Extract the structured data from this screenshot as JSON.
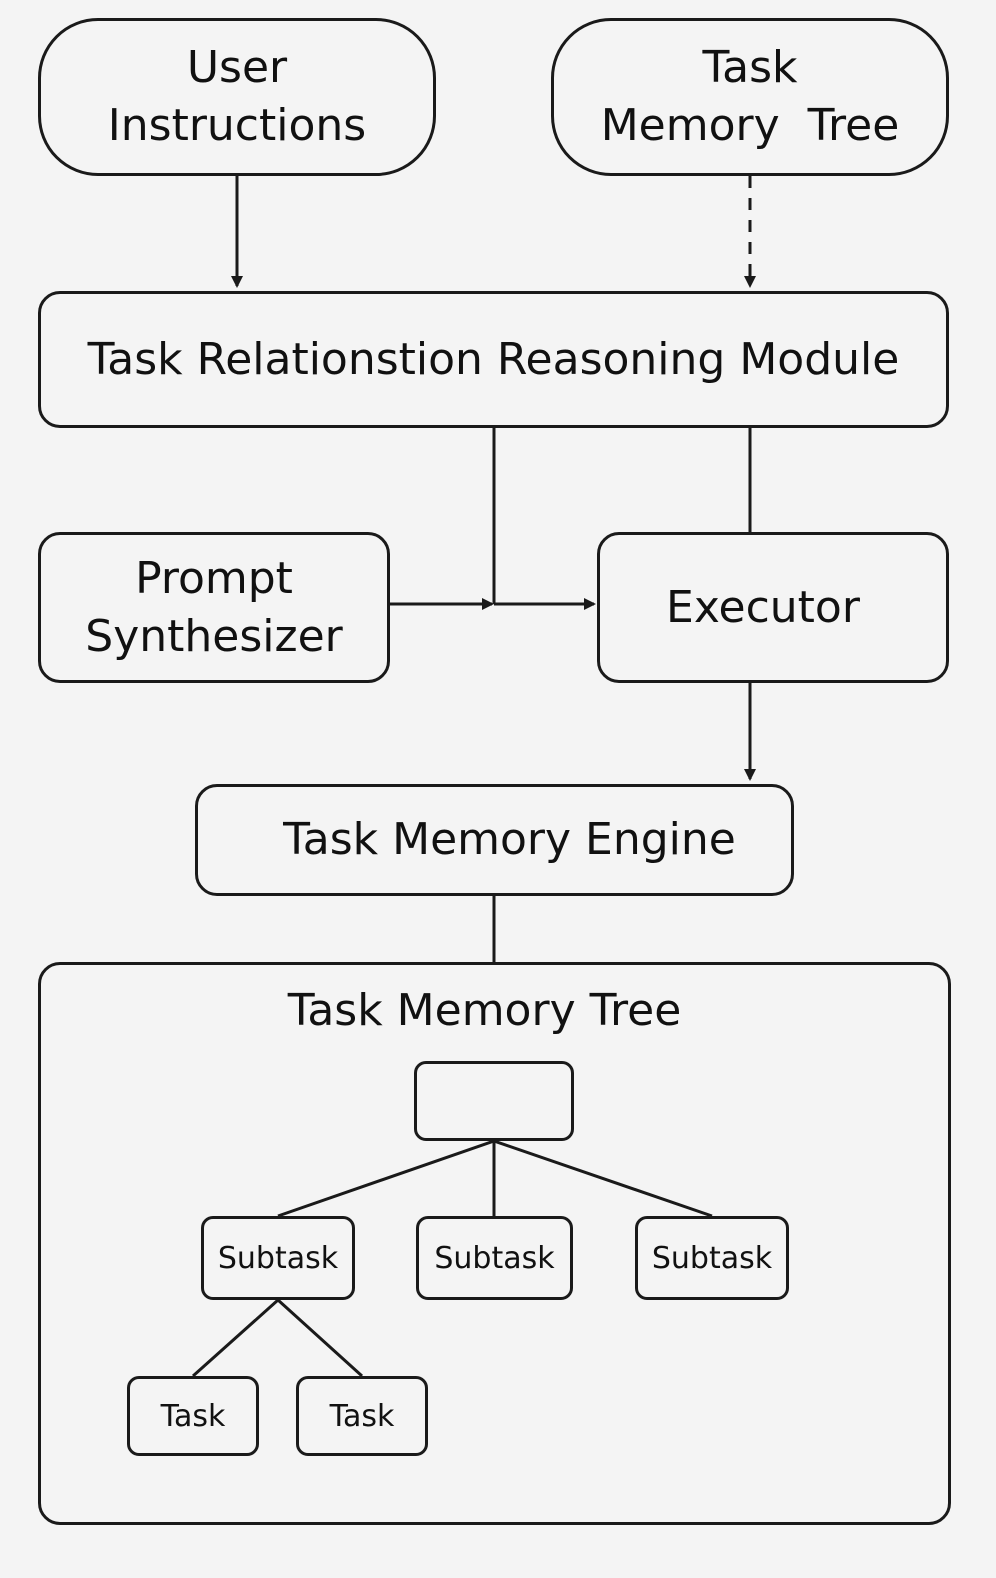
{
  "nodes": {
    "user_instructions": {
      "line1": "User",
      "line2": "Instructions"
    },
    "task_memory_tree_input": {
      "line1": "Task",
      "line2": "Memory  Tree"
    },
    "reasoning_module": {
      "label": "Task Relationstion Reasoning Module"
    },
    "prompt_synthesizer": {
      "line1": "Prompt",
      "line2": "Synthesizer"
    },
    "executor": {
      "label": "Executor"
    },
    "task_memory_engine": {
      "label": "Task Memory Engine"
    }
  },
  "tree_group": {
    "title": "Task Memory Tree",
    "root_label": "",
    "subtasks": [
      "Subtask",
      "Subtask",
      "Subtask"
    ],
    "tasks": [
      "Task",
      "Task"
    ]
  },
  "colors": {
    "stroke": "#1a1a1a",
    "background": "#f4f4f4",
    "text": "#111111"
  }
}
